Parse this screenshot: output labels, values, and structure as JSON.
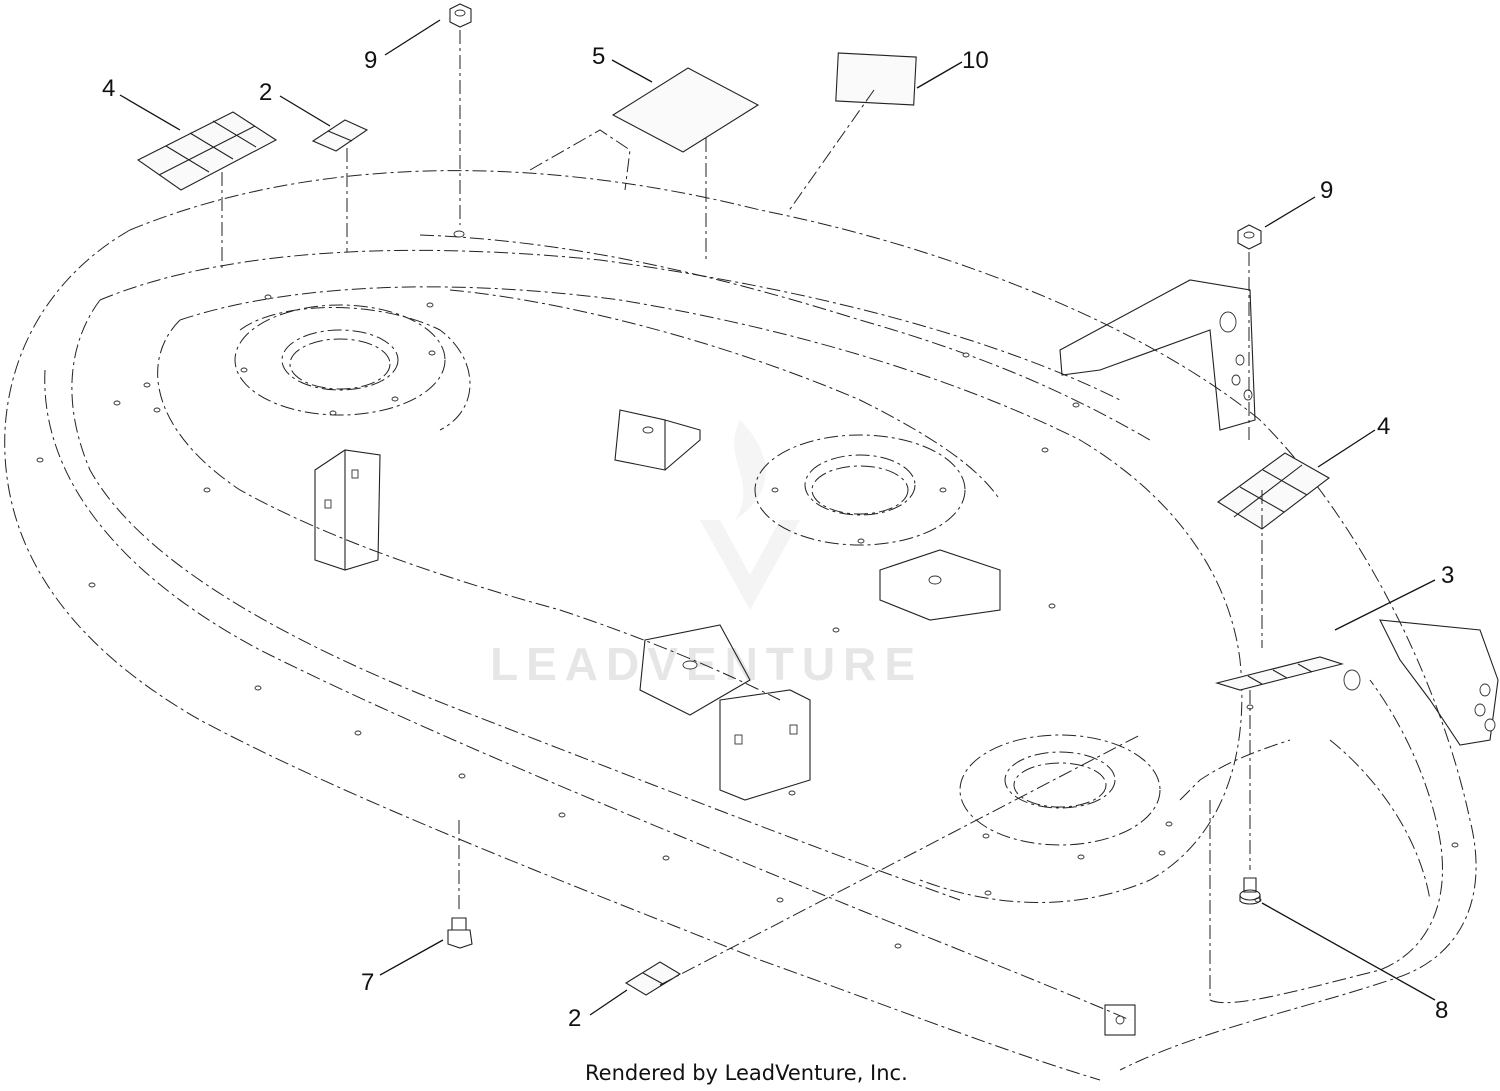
{
  "callouts": {
    "c1": "4",
    "c2": "2",
    "c3": "9",
    "c4": "5",
    "c5": "10",
    "c6": "9",
    "c7": "4",
    "c8": "3",
    "c9": "7",
    "c10": "2",
    "c11": "8"
  },
  "watermark": "LEADVENTURE",
  "footer": "Rendered by LeadVenture, Inc."
}
